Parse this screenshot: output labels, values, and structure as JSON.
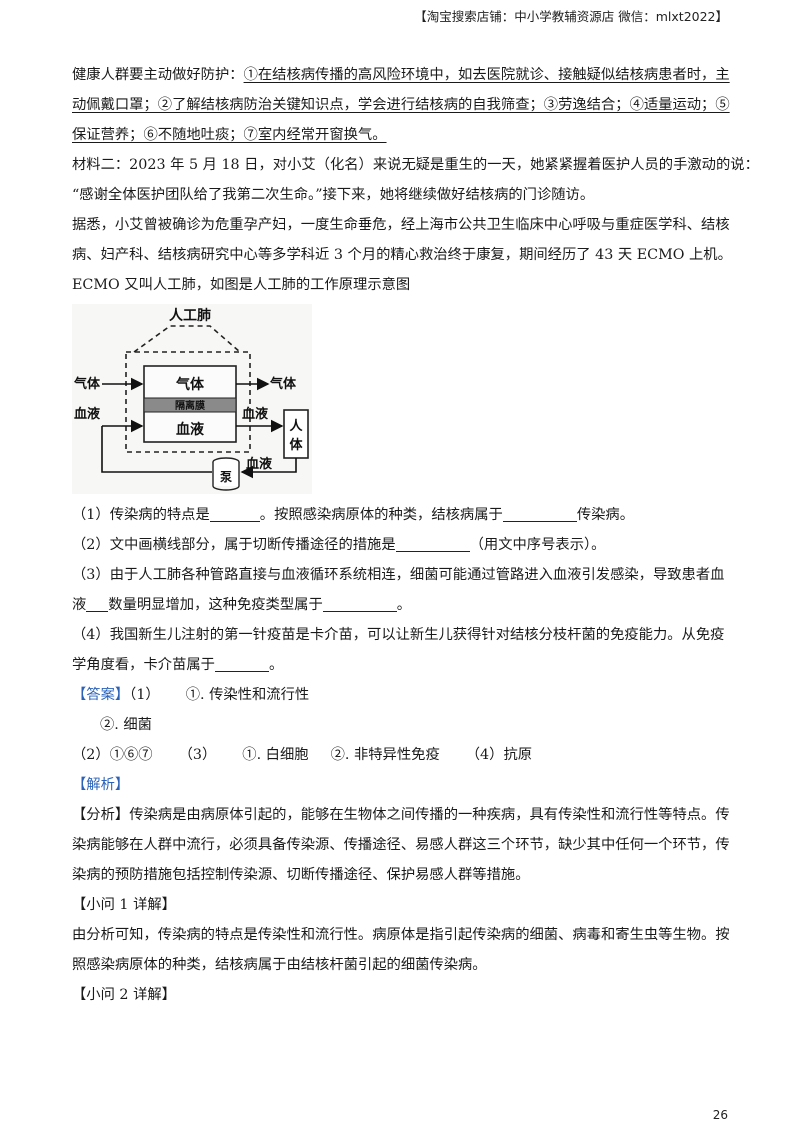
{
  "header": {
    "text": "【淘宝搜索店铺：中小学教辅资源店 微信：mlxt2022】"
  },
  "intro": {
    "lead": "健康人群要主动做好防护：",
    "u1": "①在结核病传播的高风险环境中，如去医院就诊、接触疑似结核病患者时，主",
    "u2": "动佩戴口罩；②了解结核病防治关键知识点，学会进行结核病的自我筛查；③劳逸结合；④适量运动；⑤",
    "u3": "保证营养；⑥不随地吐痰；⑦室内经常开窗换气。"
  },
  "material2": {
    "l1": "材料二：2023 年 5 月 18 日，对小艾（化名）来说无疑是重生的一天，她紧紧握着医护人员的手激动的说：",
    "l2": "“感谢全体医护团队给了我第二次生命。”接下来，她将继续做好结核病的门诊随访。",
    "l3": "据悉，小艾曾被确诊为危重孕产妇，一度生命垂危，经上海市公共卫生临床中心呼吸与重症医学科、结核",
    "l4": "病、妇产科、结核病研究中心等多学科近 3 个月的精心救治终于康复，期间经历了 43 天 ECMO 上机。",
    "l5": "ECMO 又叫人工肺，如图是人工肺的工作原理示意图"
  },
  "diagram": {
    "title": "人工肺",
    "gas_in": "气体",
    "gas_box": "气体",
    "gas_out": "气体",
    "membrane": "隔离膜",
    "blood_in": "血液",
    "blood_box": "血液",
    "blood_out": "血液",
    "human": "人体",
    "blood_pump_label": "血液",
    "pump": "泵"
  },
  "questions": {
    "q1a": "（1）传染病的特点是",
    "q1b": "。按照感染病原体的种类，结核病属于",
    "q1c": "传染病。",
    "q2a": "（2）文中画横线部分，属于切断传播途径的措施是",
    "q2b": "（用文中序号表示）。",
    "q3a": "（3）由于人工肺各种管路直接与血液循环系统相连，细菌可能通过管路进入血液引发感染，导致患者血",
    "q3b": "液",
    "q3c": "数量明显增加，这种免疫类型属于",
    "q3d": "。",
    "q4a": "（4）我国新生儿注射的第一针疫苗是卡介苗，可以让新生儿获得针对结核分枝杆菌的免疫能力。从免疫",
    "q4b": "学角度看，卡介苗属于",
    "q4c": "。"
  },
  "answer": {
    "tag": "【答案】",
    "a1_num": "（1）",
    "a1_1": "①. 传染性和流行性",
    "a1_2": "②. 细菌",
    "a2": "（2）①⑥⑦",
    "a3_num": "（3）",
    "a3_1": "①. 白细胞",
    "a3_2": "②. 非特异性免疫",
    "a4": "（4）抗原"
  },
  "analysis": {
    "tag": "【解析】",
    "fx_tag": "【分析】",
    "fx1": "传染病是由病原体引起的，能够在生物体之间传播的一种疾病，具有传染性和流行性等特点。传",
    "fx2": "染病能够在人群中流行，必须具备传染源、传播途径、易感人群这三个环节，缺少其中任何一个环节，传",
    "fx3": "染病的预防措施包括控制传染源、切断传播途径、保护易感人群等措施。",
    "sub1": "【小问 1 详解】",
    "s1a": "由分析可知，传染病的特点是传染性和流行性。病原体是指引起传染病的细菌、病毒和寄生虫等生物。按",
    "s1b": "照感染病原体的种类，结核病属于由结核杆菌引起的细菌传染病。",
    "sub2": "【小问 2 详解】"
  },
  "page": {
    "number": "26"
  }
}
